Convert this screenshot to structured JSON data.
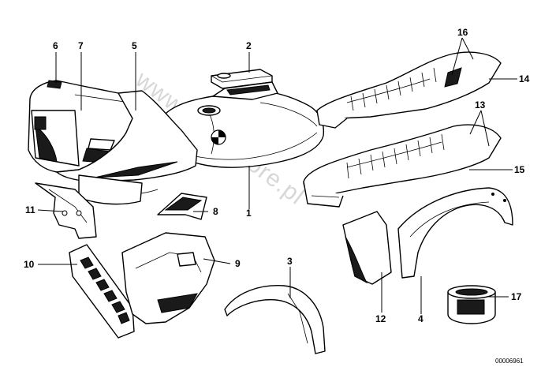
{
  "watermark": "www.BMWstore.pl",
  "figure_code": "00006961",
  "callouts": [
    {
      "id": "c1",
      "label": "1"
    },
    {
      "id": "c2",
      "label": "2"
    },
    {
      "id": "c3",
      "label": "3"
    },
    {
      "id": "c4",
      "label": "4"
    },
    {
      "id": "c5",
      "label": "5"
    },
    {
      "id": "c6",
      "label": "6"
    },
    {
      "id": "c7",
      "label": "7"
    },
    {
      "id": "c8",
      "label": "8"
    },
    {
      "id": "c9",
      "label": "9"
    },
    {
      "id": "c10",
      "label": "10"
    },
    {
      "id": "c11",
      "label": "11"
    },
    {
      "id": "c12",
      "label": "12"
    },
    {
      "id": "c13",
      "label": "13"
    },
    {
      "id": "c14",
      "label": "14"
    },
    {
      "id": "c15",
      "label": "15"
    },
    {
      "id": "c16",
      "label": "16"
    },
    {
      "id": "c17",
      "label": "17"
    }
  ]
}
